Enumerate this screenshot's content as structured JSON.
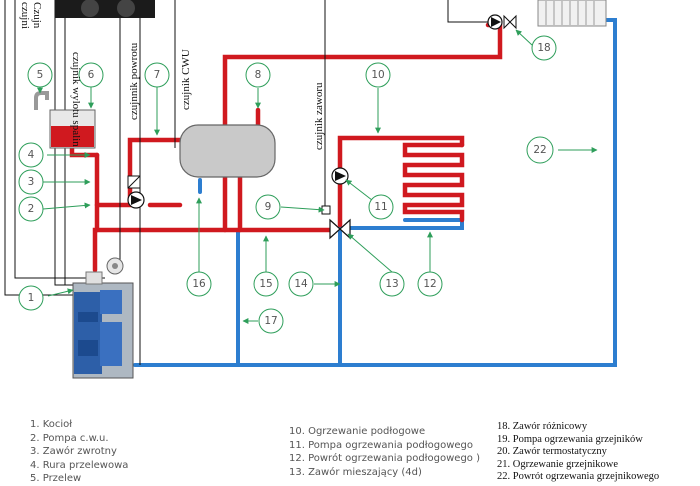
{
  "callouts": [
    "1",
    "2",
    "3",
    "4",
    "5",
    "6",
    "7",
    "8",
    "9",
    "10",
    "11",
    "12",
    "13",
    "14",
    "15",
    "16",
    "17",
    "18",
    "22"
  ],
  "sensor_labels": {
    "top_left_a": "czujni",
    "top_left_b": "Czujn",
    "flue": "czujnik wylotu spalin",
    "return": "czujnnik powrotu",
    "dhw": "czujnik CWU",
    "valve": "czujnik zaworu"
  },
  "legend": {
    "col1": [
      "1. Kocioł",
      "2. Pompa c.w.u.",
      "3. Zawór zwrotny",
      "4. Rura przelewowa",
      "5. Przelew"
    ],
    "col2": [
      "10. Ogrzewanie podłogowe",
      "11. Pompa ogrzewania podłogowego",
      "12. Powrót ogrzewania podłogowego )",
      "13. Zawór mieszający (4d)"
    ],
    "col3": [
      "18. Zawór różnicowy",
      "19. Pompa ogrzewania grzejników",
      "20. Zawór termostatyczny",
      "21. Ogrzewanie grzejnikowe",
      "22. Powrót ogrzewania grzejnikowego"
    ]
  },
  "colors": {
    "supply": "#d0191f",
    "return": "#2d7ed0",
    "callout": "#2e9e5a",
    "wire": "#111111",
    "tank": "#c9c9c9",
    "boiler": "#2d5fa8"
  }
}
